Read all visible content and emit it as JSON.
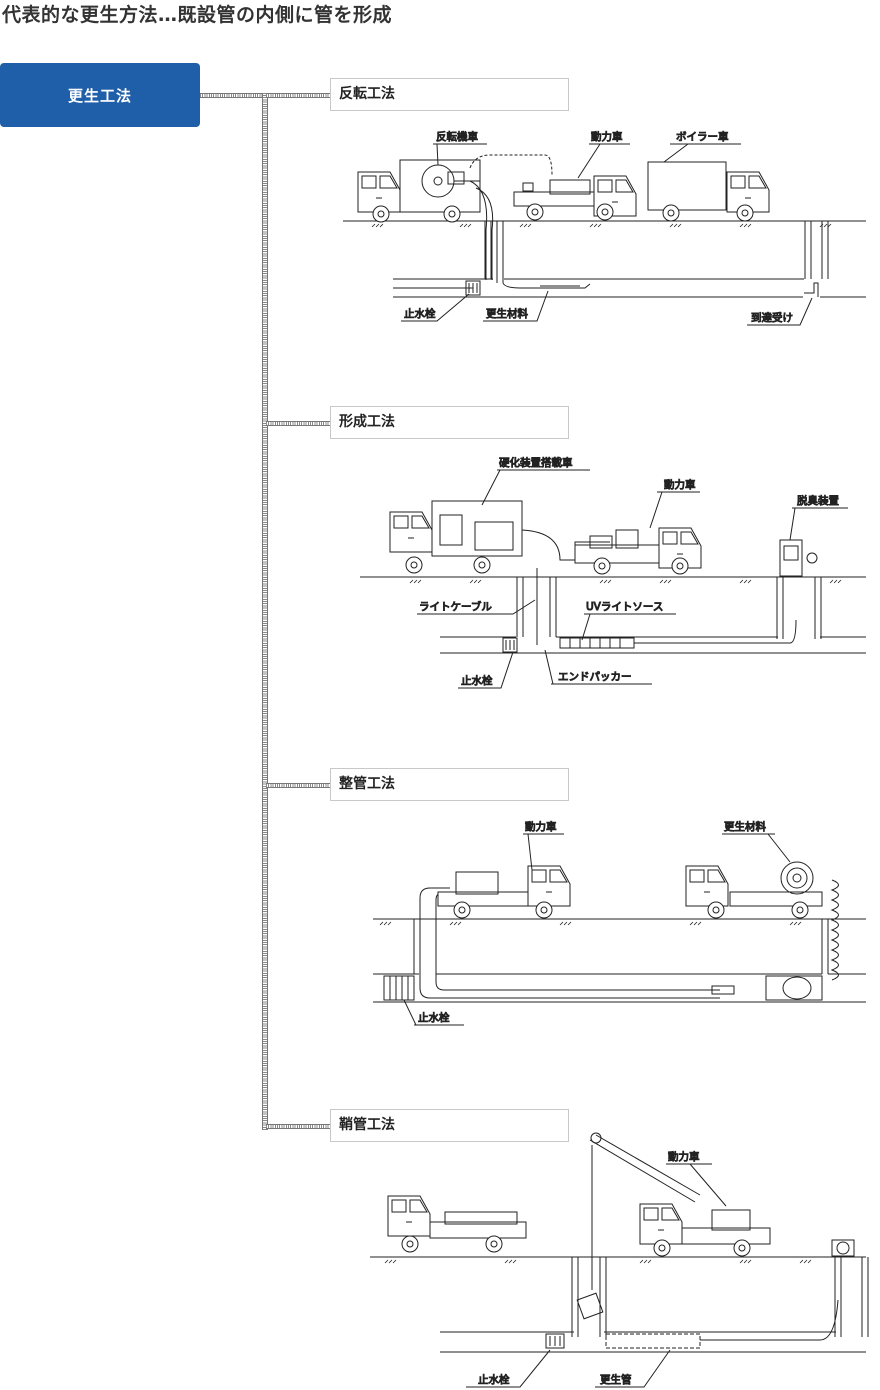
{
  "page": {
    "title": "代表的な更生方法…既設管の内側に管を形成"
  },
  "root": {
    "label": "更生工法"
  },
  "methods": [
    {
      "name": "反転工法",
      "labels": {
        "reverse_truck": "反転機車",
        "power_truck": "動力車",
        "boiler_truck": "ボイラー車",
        "stop_plug": "止水栓",
        "lining_material": "更生材料",
        "receiver": "到達受け"
      }
    },
    {
      "name": "形成工法",
      "labels": {
        "curing_truck": "硬化装置搭載車",
        "power_truck": "動力車",
        "deodorizer": "脱臭装置",
        "light_cable": "ライトケーブル",
        "uv_light": "UVライトソース",
        "stop_plug": "止水栓",
        "end_packer": "エンドパッカー"
      }
    },
    {
      "name": "整管工法",
      "labels": {
        "power_truck": "動力車",
        "lining_material": "更生材料",
        "stop_plug": "止水栓"
      }
    },
    {
      "name": "鞘管工法",
      "labels": {
        "power_truck": "動力車",
        "stop_plug": "止水栓",
        "lining_pipe": "更生管"
      }
    }
  ]
}
